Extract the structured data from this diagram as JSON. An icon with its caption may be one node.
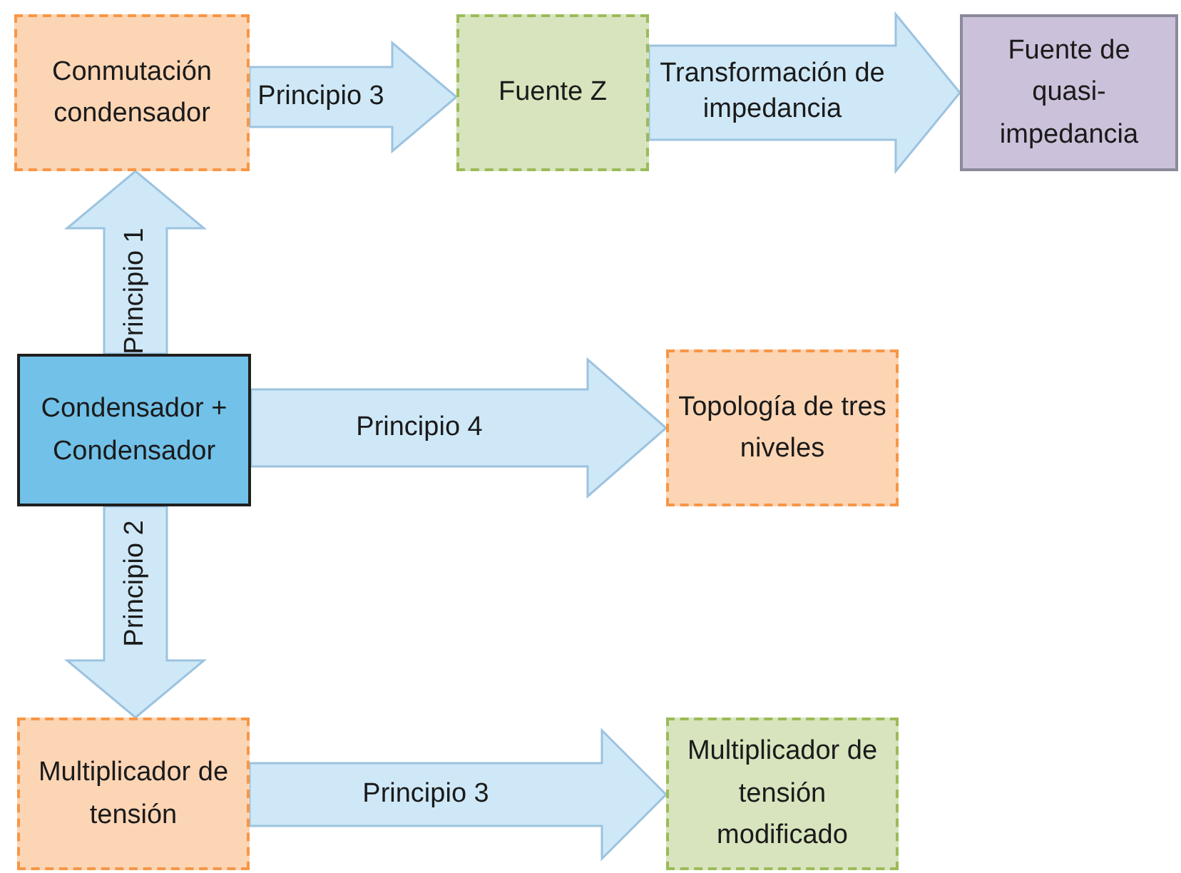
{
  "diagram": {
    "nodes": [
      {
        "text": [
          "Conmutación condensador"
        ]
      },
      {
        "text": [
          "Fuente Z"
        ]
      },
      {
        "text": [
          "Fuente de quasi-impedancia"
        ]
      },
      {
        "text": [
          "Condensador + Condensador"
        ]
      },
      {
        "text": [
          "Topología de tres niveles"
        ]
      },
      {
        "text": [
          "Multiplicador de tensión"
        ]
      },
      {
        "text": [
          "Multiplicador de tensión modificado"
        ]
      }
    ],
    "edges": [
      {
        "from": 0,
        "to": 1,
        "arrow": "to",
        "label": "Principio 3"
      },
      {
        "from": 1,
        "to": 2,
        "arrow": "to",
        "label": "Transformación de impedancia"
      },
      {
        "from": 3,
        "to": 0,
        "arrow": "to",
        "label": "Principio 1"
      },
      {
        "from": 3,
        "to": 4,
        "arrow": "to",
        "label": "Principio 4"
      },
      {
        "from": 3,
        "to": 5,
        "arrow": "to",
        "label": "Principio 2"
      },
      {
        "from": 5,
        "to": 6,
        "arrow": "to",
        "label": "Principio 3"
      }
    ]
  }
}
